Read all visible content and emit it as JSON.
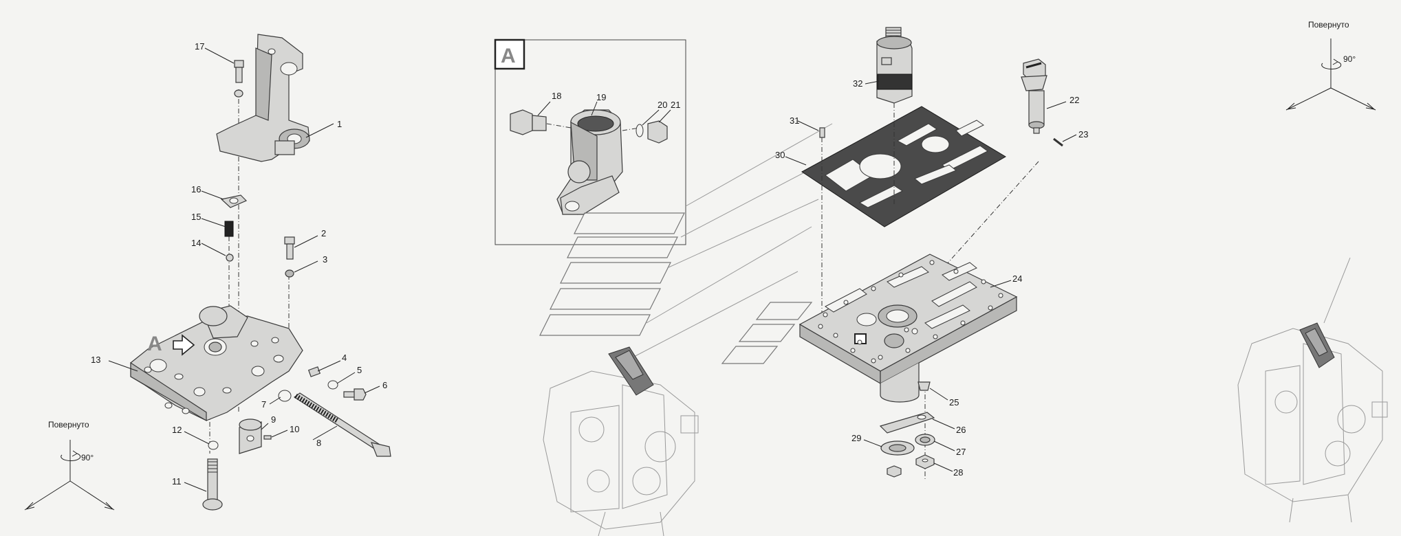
{
  "views": {
    "left_rotation": {
      "text": "Повернуто",
      "degrees": "90°"
    },
    "right_rotation": {
      "text": "Повернуто",
      "degrees": "90°"
    }
  },
  "callouts": {
    "c1": "1",
    "c2": "2",
    "c3": "3",
    "c4": "4",
    "c5": "5",
    "c6": "6",
    "c7": "7",
    "c8": "8",
    "c9": "9",
    "c10": "10",
    "c11": "11",
    "c12": "12",
    "c13": "13",
    "c14": "14",
    "c15": "15",
    "c16": "16",
    "c17": "17",
    "c18": "18",
    "c19": "19",
    "c20": "20",
    "c21": "21",
    "c22": "22",
    "c23": "23",
    "c24": "24",
    "c25": "25",
    "c26": "26",
    "c27": "27",
    "c28": "28",
    "c29": "29",
    "c30": "30",
    "c31": "31",
    "c32": "32"
  },
  "detail_view": {
    "letter": "A"
  },
  "body_marker": {
    "letter": "A"
  }
}
